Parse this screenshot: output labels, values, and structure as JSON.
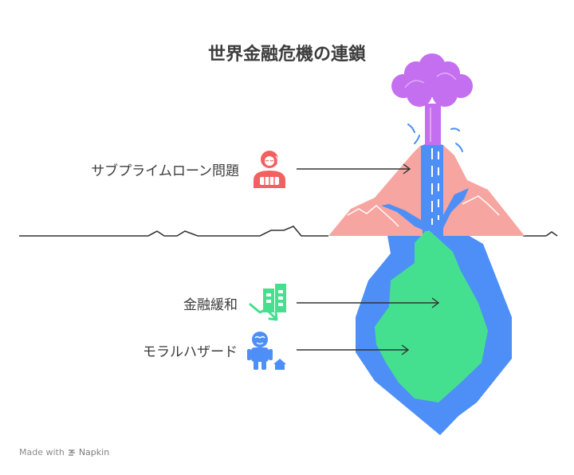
{
  "title": "世界金融危機の連鎖",
  "labels": {
    "subprime": "サブプライムローン問題",
    "easing": "金融緩和",
    "moral_hazard": "モラルハザード"
  },
  "footer": {
    "made_with": "Made with",
    "brand": "Napkin"
  },
  "colors": {
    "cloud": "#c46ff0",
    "volcano": "#f7a5a0",
    "magma": "#4d8ff7",
    "core": "#45e08f",
    "person_red": "#f26060",
    "building_green": "#45e08f",
    "person_blue": "#4d8ff7",
    "line": "#333333"
  },
  "icons": [
    "worried-person-icon",
    "buildings-arrow-icon",
    "person-house-icon"
  ]
}
